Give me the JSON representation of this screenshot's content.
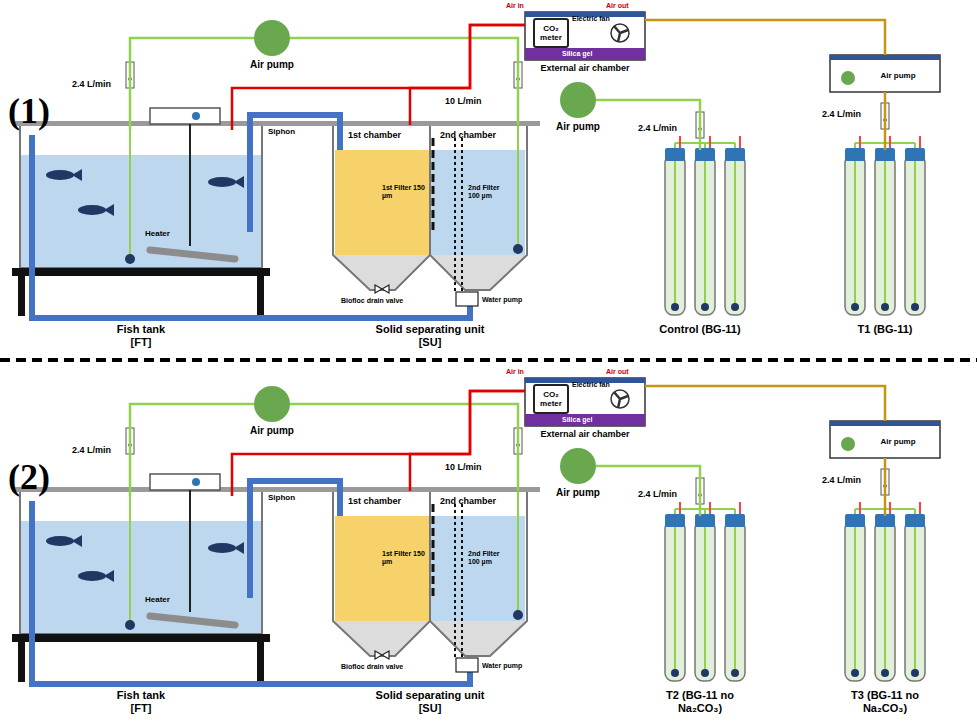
{
  "diagram": {
    "nodes": [
      {
        "text": [
          "Fish tank [FT]"
        ]
      },
      {
        "text": [
          "Solid separating unit [SU]"
        ]
      },
      {
        "text": [
          "Air pump"
        ]
      },
      {
        "text": [
          "External air chamber"
        ]
      },
      {
        "text": [
          "CO₂ meter"
        ],
        "in": 3
      },
      {
        "text": [
          "Air pump"
        ]
      },
      {
        "text": [
          "Control (BG-11)"
        ]
      },
      {
        "text": [
          "Air pump"
        ]
      },
      {
        "text": [
          "T1 (BG-11)"
        ]
      },
      {
        "text": [
          "Fish tank [FT]"
        ]
      },
      {
        "text": [
          "Solid separating unit [SU]"
        ]
      },
      {
        "text": [
          "Air pump"
        ]
      },
      {
        "text": [
          "External air chamber"
        ]
      },
      {
        "text": [
          "CO₂ meter"
        ],
        "in": 12
      },
      {
        "text": [
          "Air pump"
        ]
      },
      {
        "text": [
          "T2 (BG-11 no Na₂CO₃)"
        ]
      },
      {
        "text": [
          "Air pump"
        ]
      },
      {
        "text": [
          "T3 (BG-11 no Na₂CO₃)"
        ]
      }
    ],
    "edges": [
      {
        "from": 2,
        "to": 0,
        "arrow": "none"
      },
      {
        "from": 2,
        "to": 1,
        "arrow": "none"
      },
      {
        "from": 0,
        "to": 3,
        "arrow": "none"
      },
      {
        "from": 1,
        "to": 3,
        "arrow": "none"
      },
      {
        "from": 5,
        "to": 6,
        "arrow": "none"
      },
      {
        "from": 3,
        "to": 7,
        "arrow": "none"
      },
      {
        "from": 7,
        "to": 8,
        "arrow": "none"
      },
      {
        "from": 11,
        "to": 9,
        "arrow": "none"
      },
      {
        "from": 11,
        "to": 10,
        "arrow": "none"
      },
      {
        "from": 9,
        "to": 12,
        "arrow": "none"
      },
      {
        "from": 10,
        "to": 12,
        "arrow": "none"
      },
      {
        "from": 14,
        "to": 15,
        "arrow": "none"
      },
      {
        "from": 12,
        "to": 16,
        "arrow": "none"
      },
      {
        "from": 16,
        "to": 17,
        "arrow": "none"
      }
    ],
    "labels": [
      "(1)",
      "2.4 L/min",
      "10 L/min",
      "Siphon",
      "Heater",
      "1st chamber",
      "2nd chamber",
      "1st Filter 150 µm",
      "2nd Filter 100 µm",
      "Biofloc drain valve",
      "Water pump",
      "Electric fan",
      "Silica gel",
      "Air out",
      "Air in",
      "2.4 L/min",
      "2.4 L/min",
      "(2)",
      "2.4 L/min",
      "10 L/min",
      "Siphon",
      "Heater",
      "1st chamber",
      "2nd chamber",
      "1st Filter 150 µm",
      "2nd Filter 100 µm",
      "Biofloc drain valve",
      "Water pump",
      "Electric fan",
      "Silica gel",
      "Air out",
      "Air in",
      "2.4 L/min",
      "2.4 L/min"
    ]
  }
}
